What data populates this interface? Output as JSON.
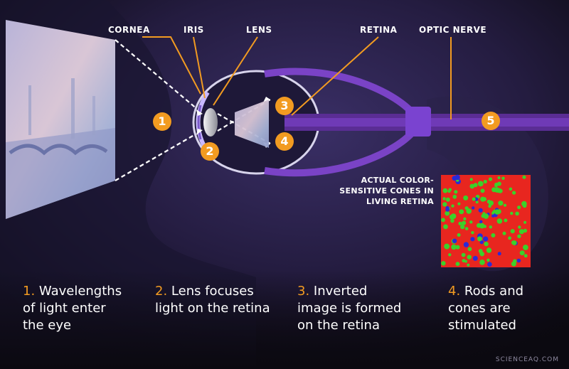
{
  "labels": {
    "cornea": "CORNEA",
    "iris": "IRIS",
    "lens": "LENS",
    "retina": "RETINA",
    "optic_nerve": "OPTIC NERVE"
  },
  "markers": [
    "1",
    "2",
    "3",
    "4",
    "5"
  ],
  "cones_caption": [
    "ACTUAL COLOR-",
    "SENSITIVE CONES IN",
    "LIVING RETINA"
  ],
  "steps": [
    {
      "number": "1.",
      "lines": [
        "Wavelengths",
        "of light enter",
        "the eye"
      ]
    },
    {
      "number": "2.",
      "lines": [
        "Lens focuses",
        "light on the retina"
      ]
    },
    {
      "number": "3.",
      "lines": [
        "Inverted",
        "image is formed",
        "on the retina"
      ]
    },
    {
      "number": "4.",
      "lines": [
        "Rods and",
        "cones are",
        "stimulated"
      ]
    }
  ],
  "watermark": "SCIENCEAQ.COM",
  "colors": {
    "accent": "#f29b21",
    "purple": "#6b3aa8",
    "background": "#0b0910",
    "cone_red": "#e8261f",
    "cone_green": "#3bd12a",
    "cone_blue": "#2a2ad8"
  }
}
